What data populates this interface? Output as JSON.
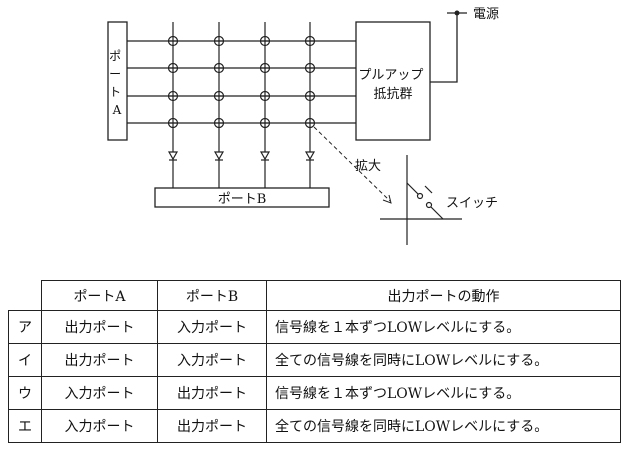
{
  "diagram": {
    "port_a_label": [
      "ポ",
      "ー",
      "ト",
      "A"
    ],
    "port_b_label": "ポートB",
    "pullup_label": [
      "プルアップ",
      "抵抗群"
    ],
    "power_label": "電源",
    "zoom_label": "拡大",
    "switch_label": "スイッチ"
  },
  "table": {
    "headers": [
      "",
      "ポートA",
      "ポートB",
      "出力ポートの動作"
    ],
    "rows": [
      [
        "ア",
        "出力ポート",
        "入力ポート",
        "信号線を１本ずつLOWレベルにする。"
      ],
      [
        "イ",
        "出力ポート",
        "入力ポート",
        "全ての信号線を同時にLOWレベルにする。"
      ],
      [
        "ウ",
        "入力ポート",
        "出力ポート",
        "信号線を１本ずつLOWレベルにする。"
      ],
      [
        "エ",
        "入力ポート",
        "出力ポート",
        "全ての信号線を同時にLOWレベルにする。"
      ]
    ]
  }
}
